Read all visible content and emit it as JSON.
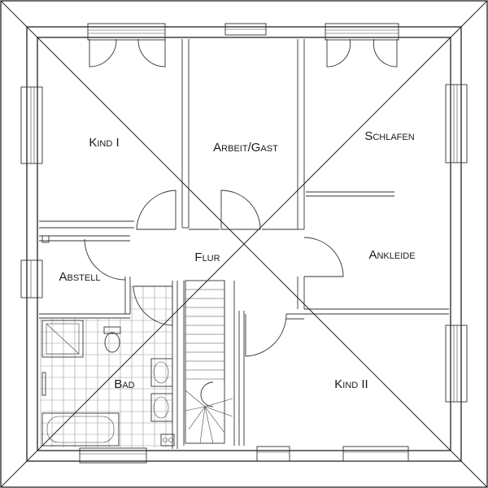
{
  "rooms": {
    "kind1": "Kind I",
    "arbeit": "Arbeit/Gast",
    "schlafen": "Schlafen",
    "flur": "Flur",
    "ankleide": "Ankleide",
    "abstell": "Abstell",
    "bad": "Bad",
    "kind2": "Kind II"
  }
}
